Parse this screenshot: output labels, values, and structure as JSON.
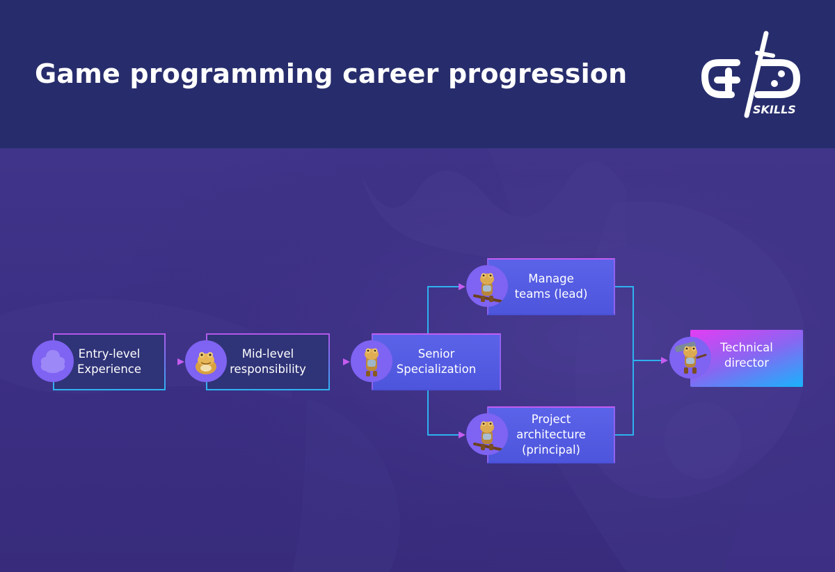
{
  "page": {
    "title": "Game programming career progression"
  },
  "logo": {
    "icon": "gd-skills-logo-icon",
    "text": "SKILLS"
  },
  "colors": {
    "header_bg": "#272d6c",
    "stage_bg": "#3c2f86",
    "avatar_bg": "#7f63f2",
    "connector_start": "#c55cf0",
    "connector_end": "#2fb2ef",
    "final_gradient": [
      "#e43cf3",
      "#8767f2",
      "#18b3fb"
    ]
  },
  "flow": {
    "nodes": [
      {
        "id": "entry",
        "label_lines": [
          "Entry-level",
          "Experience"
        ],
        "icon": "frog-silhouette-icon"
      },
      {
        "id": "mid",
        "label_lines": [
          "Mid-level",
          "responsibility"
        ],
        "icon": "frog-sitting-icon"
      },
      {
        "id": "senior",
        "label_lines": [
          "Senior",
          "Specialization"
        ],
        "icon": "frog-standing-icon"
      },
      {
        "id": "lead",
        "label_lines": [
          "Manage",
          "teams (lead)"
        ],
        "icon": "frog-warrior-icon"
      },
      {
        "id": "principal",
        "label_lines": [
          "Project",
          "architecture",
          "(principal)"
        ],
        "icon": "frog-warrior-icon"
      },
      {
        "id": "director",
        "label_lines": [
          "Technical",
          "director"
        ],
        "icon": "frog-cannon-icon"
      }
    ],
    "edges": [
      {
        "from": "entry",
        "to": "mid"
      },
      {
        "from": "mid",
        "to": "senior"
      },
      {
        "from": "senior",
        "to": "lead"
      },
      {
        "from": "senior",
        "to": "principal"
      },
      {
        "from": "lead",
        "to": "director"
      },
      {
        "from": "principal",
        "to": "director"
      }
    ]
  }
}
